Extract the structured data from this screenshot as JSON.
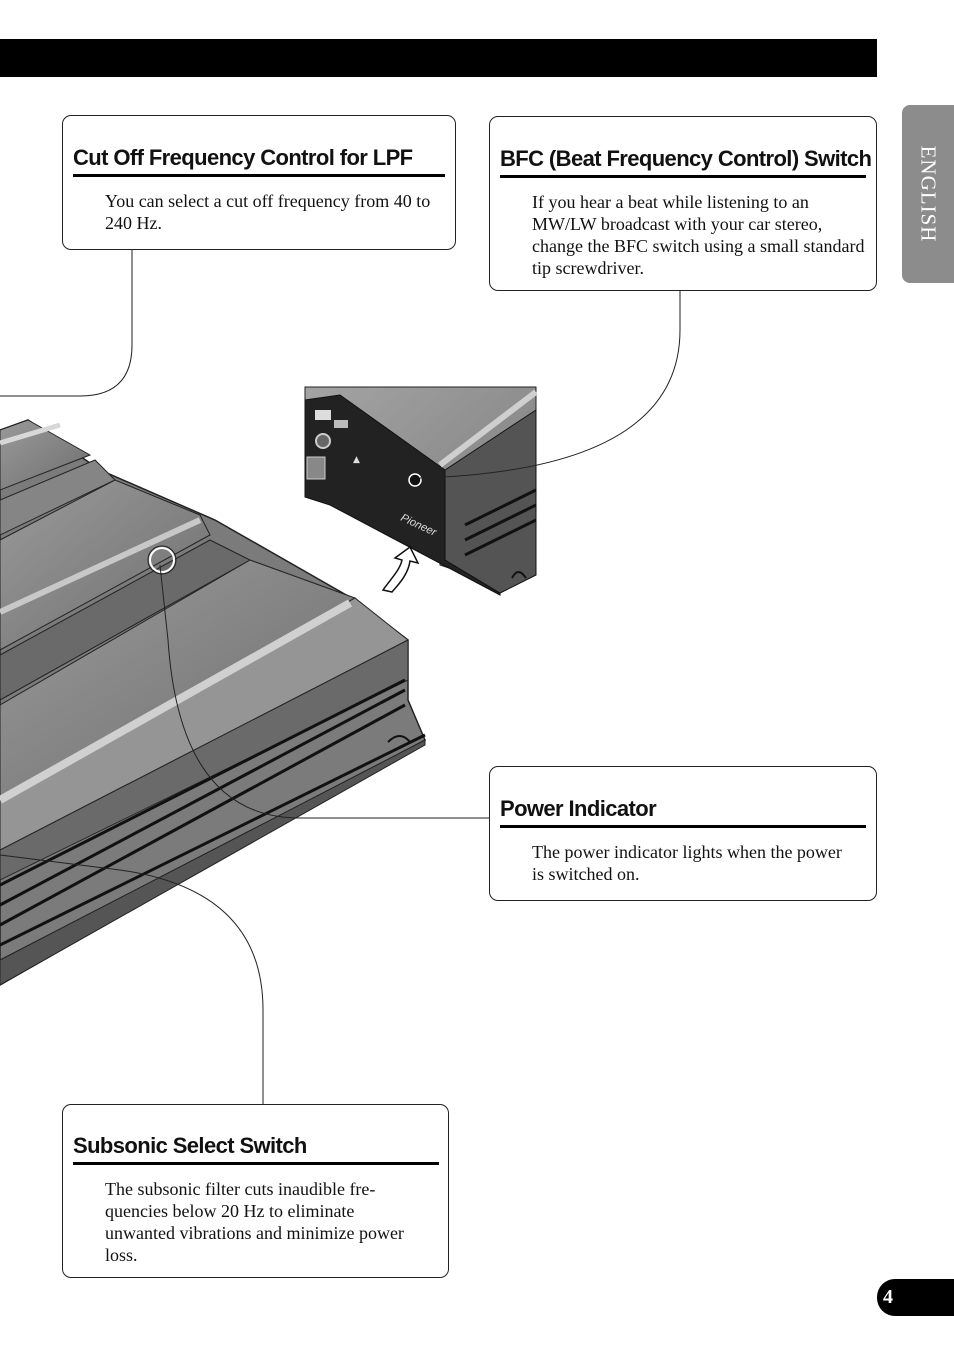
{
  "header": {
    "language_tab": "ENGLISH"
  },
  "page_number": "4",
  "callouts": {
    "lpf": {
      "title": "Cut Off Frequency Control for LPF",
      "body": "You can select a cut off frequency from 40 to 240 Hz."
    },
    "bfc": {
      "title": "BFC (Beat Frequency Control) Switch",
      "body": "If you hear a beat while listening to an MW/LW broadcast with your car stereo, change the BFC switch using a small standard tip screwdriver."
    },
    "power": {
      "title": "Power Indicator",
      "body": "The power indicator lights when the power is switched on."
    },
    "subsonic": {
      "title": "Subsonic Select Switch",
      "body": "The subsonic filter cuts inaudible fre-quencies below 20 Hz to eliminate unwanted vibrations and minimize power loss."
    }
  },
  "illustration": {
    "brand_label": "Pioneer"
  }
}
